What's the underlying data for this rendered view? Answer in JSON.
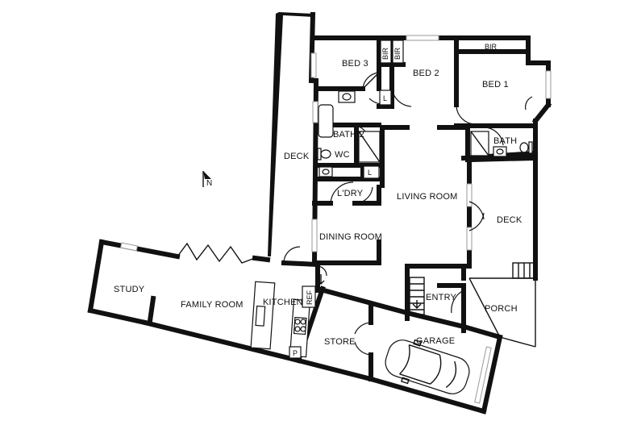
{
  "plan": {
    "rooms": {
      "bed3": "BED 3",
      "bed2": "BED 2",
      "bed1": "BED 1",
      "bir_a": "BIR",
      "bir_b": "BIR",
      "bir_c": "BIR",
      "bath2": "BATH 2",
      "wc": "WC",
      "bath": "BATH",
      "linen_a": "L",
      "linen_b": "L",
      "laundry": "L'DRY",
      "living": "LIVING ROOM",
      "dining": "DINING ROOM",
      "deck_left": "DECK",
      "deck_right": "DECK",
      "study": "STUDY",
      "family": "FAMILY ROOM",
      "kitchen": "KITCHEN",
      "ref": "REF",
      "pantry": "P",
      "entry": "ENTRY",
      "porch": "PORCH",
      "store": "STORE",
      "garage": "GARAGE"
    },
    "compass": {
      "label": "N",
      "icon": "north-arrow-icon"
    }
  }
}
